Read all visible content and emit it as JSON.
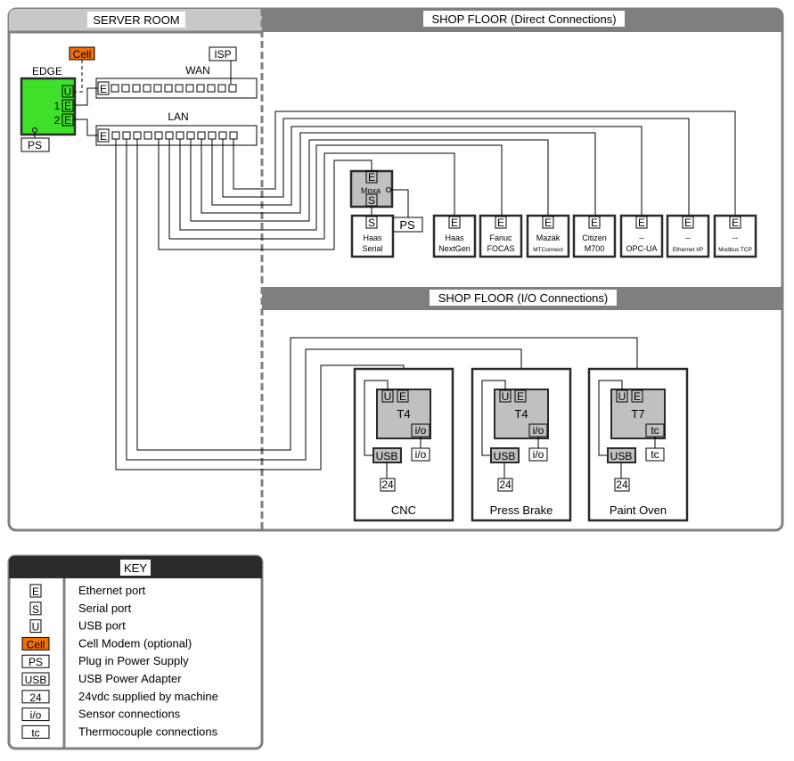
{
  "sections": {
    "server_room": "SERVER ROOM",
    "direct": "SHOP FLOOR (Direct Connections)",
    "io": "SHOP FLOOR (I/O Connections)"
  },
  "colors": {
    "panel_border": "#808080",
    "header_bar": "#7f7f7f",
    "key_header": "#2b2b2b",
    "edge_green": "#3ee02a",
    "cell_orange": "#f07000",
    "device_gray": "#c0c0c0"
  },
  "server_room": {
    "edge_label": "EDGE",
    "cell_label": "Cell",
    "isp_label": "ISP",
    "wan_label": "WAN",
    "lan_label": "LAN",
    "ps_label": "PS",
    "port_u": "U",
    "port_e": "E",
    "port_1": "1",
    "port_2": "2"
  },
  "direct": {
    "moxa_label": "Moxa",
    "moxa_ps": "PS",
    "haas_serial": [
      "Haas",
      "Serial"
    ],
    "machines": [
      {
        "line1": "Haas",
        "line2": "NextGen",
        "port": "E"
      },
      {
        "line1": "Fanuc",
        "line2": "FOCAS",
        "port": "E"
      },
      {
        "line1": "Mazak",
        "line2": "MTConnect",
        "port": "E"
      },
      {
        "line1": "Citizen",
        "line2": "M700",
        "port": "E"
      },
      {
        "line1": "--",
        "line2": "OPC-UA",
        "port": "E"
      },
      {
        "line1": "--",
        "line2": "Ethernet I/P",
        "port": "E"
      },
      {
        "line1": "--",
        "line2": "Modbus TCP",
        "port": "E"
      }
    ]
  },
  "io": {
    "machines": [
      {
        "name": "CNC",
        "device": "T4",
        "sensor": "i/o"
      },
      {
        "name": "Press Brake",
        "device": "T4",
        "sensor": "i/o"
      },
      {
        "name": "Paint Oven",
        "device": "T7",
        "sensor": "tc"
      }
    ],
    "usb_label": "USB",
    "v24_label": "24",
    "port_u": "U",
    "port_e": "E"
  },
  "key": {
    "title": "KEY",
    "items": [
      {
        "symbol": "E",
        "desc": "Ethernet port"
      },
      {
        "symbol": "S",
        "desc": "Serial port"
      },
      {
        "symbol": "U",
        "desc": "USB port"
      },
      {
        "symbol": "Cell",
        "desc": "Cell Modem (optional)"
      },
      {
        "symbol": "PS",
        "desc": "Plug in Power Supply"
      },
      {
        "symbol": "USB",
        "desc": "USB Power Adapter"
      },
      {
        "symbol": "24",
        "desc": "24vdc supplied by machine"
      },
      {
        "symbol": "i/o",
        "desc": "Sensor connections"
      },
      {
        "symbol": "tc",
        "desc": "Thermocouple connections"
      }
    ]
  }
}
